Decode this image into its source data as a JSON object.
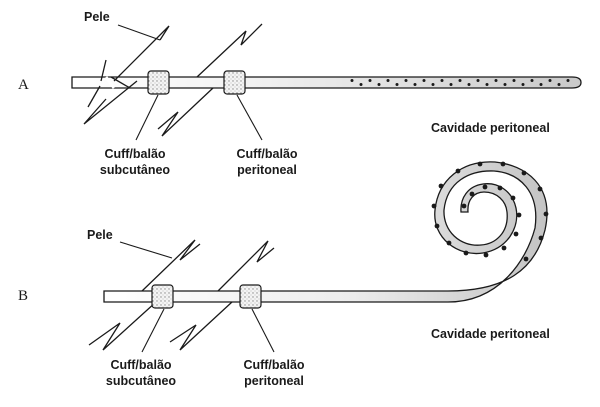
{
  "panel_a": {
    "letter": "A",
    "skin_label": "Pele",
    "cuff_subcutaneous": [
      "Cuff/balão",
      "subcutâneo"
    ],
    "cuff_peritoneal": [
      "Cuff/balão",
      "peritoneal"
    ],
    "cavity_label": "Cavidade peritoneal",
    "catheter_shape": "straight"
  },
  "panel_b": {
    "letter": "B",
    "skin_label": "Pele",
    "cuff_subcutaneous": [
      "Cuff/balão",
      "subcutâneo"
    ],
    "cuff_peritoneal": [
      "Cuff/balão",
      "peritoneal"
    ],
    "cavity_label": "Cavidade peritoneal",
    "catheter_shape": "coiled"
  },
  "colors": {
    "line": "#1a1a1a",
    "catheter_gradient_light": "#ffffff",
    "catheter_gradient_dark": "#cfcfcf"
  }
}
